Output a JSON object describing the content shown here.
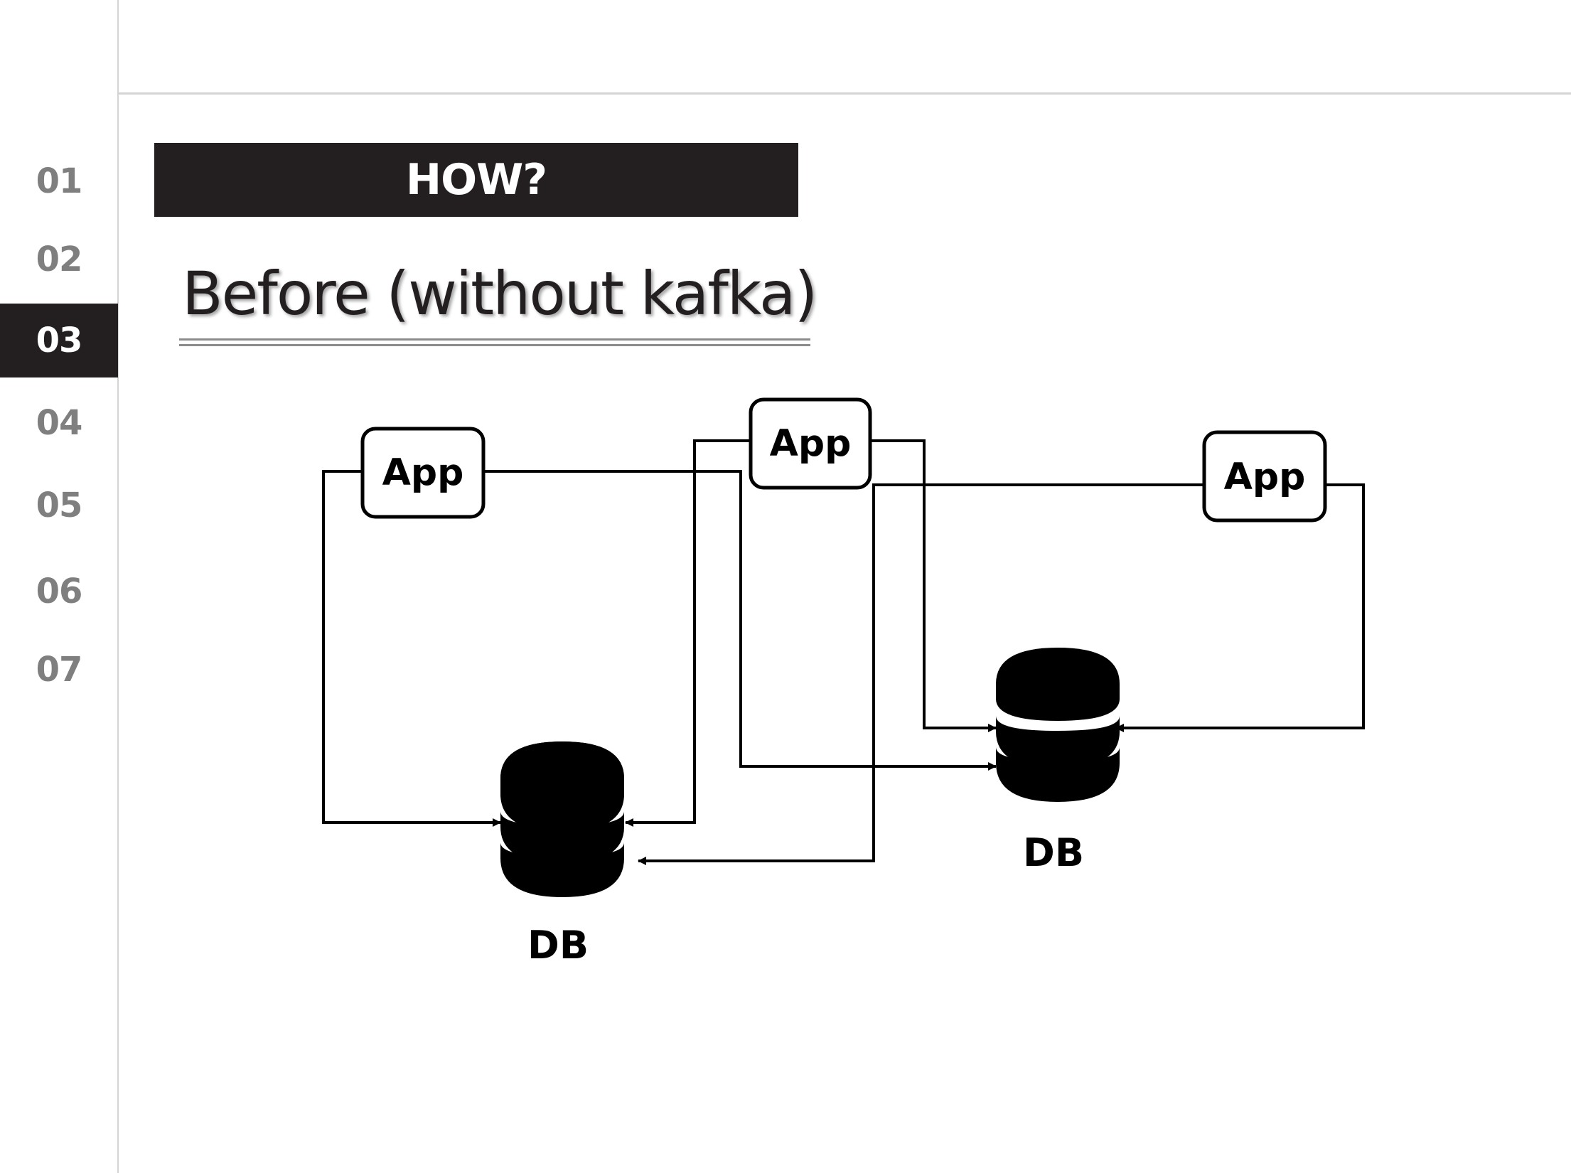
{
  "nav": {
    "items": [
      {
        "label": "01"
      },
      {
        "label": "02"
      },
      {
        "label": "03"
      },
      {
        "label": "04"
      },
      {
        "label": "05"
      },
      {
        "label": "06"
      },
      {
        "label": "07"
      }
    ],
    "active_index": 2
  },
  "header": {
    "banner": "HOW?"
  },
  "title": "Before (without kafka)",
  "diagram": {
    "apps": [
      {
        "label": "App"
      },
      {
        "label": "App"
      },
      {
        "label": "App"
      }
    ],
    "databases": [
      {
        "label": "DB"
      },
      {
        "label": "DB"
      }
    ],
    "icons": [
      "database-icon",
      "database-icon"
    ]
  },
  "colors": {
    "dark": "#231f20",
    "nav_inactive": "#7f7f7f",
    "rule": "#d4d4d4"
  }
}
